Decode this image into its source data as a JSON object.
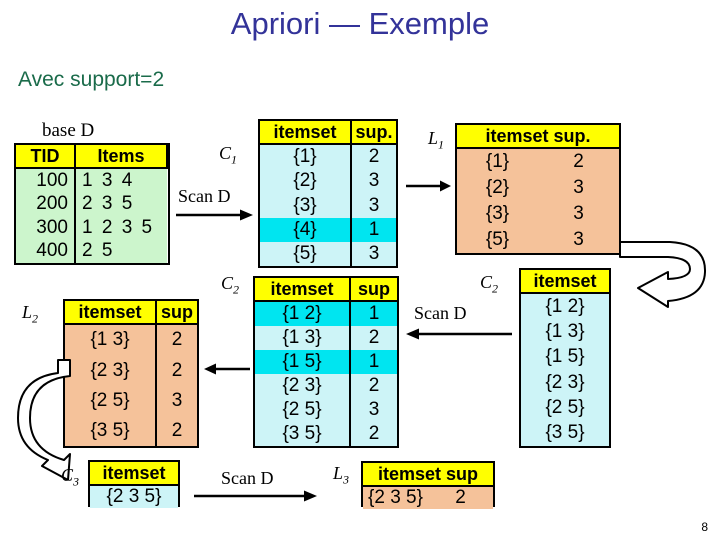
{
  "slide": {
    "title": "Apriori — Exemple",
    "subtitle": "Avec support=2",
    "page_number": "8",
    "title_color": "#333399",
    "subtitle_color": "#1a6b4a",
    "header_color": "#ffff00",
    "green_fill": "#ccf5cc",
    "cyan_fill": "#cdf4f7",
    "cyan_highlight": "#00e5f0",
    "peach_fill": "#f5c29a"
  },
  "base_d": {
    "caption": "base D",
    "headers": [
      "TID",
      "Items"
    ],
    "rows": [
      [
        "100",
        "1 3 4"
      ],
      [
        "200",
        "2 3 5"
      ],
      [
        "300",
        "1 2 3 5"
      ],
      [
        "400",
        "2 5"
      ]
    ]
  },
  "c1": {
    "label": "C",
    "label_sub": "1",
    "headers": [
      "itemset",
      "sup."
    ],
    "rows": [
      {
        "itemset": "{1}",
        "sup": "2",
        "pruned": false
      },
      {
        "itemset": "{2}",
        "sup": "3",
        "pruned": false
      },
      {
        "itemset": "{3}",
        "sup": "3",
        "pruned": false
      },
      {
        "itemset": "{4}",
        "sup": "1",
        "pruned": true
      },
      {
        "itemset": "{5}",
        "sup": "3",
        "pruned": false
      }
    ]
  },
  "l1": {
    "label": "L",
    "label_sub": "1",
    "headers": [
      "itemset",
      "sup."
    ],
    "rows": [
      {
        "itemset": "{1}",
        "sup": "2"
      },
      {
        "itemset": "{2}",
        "sup": "3"
      },
      {
        "itemset": "{3}",
        "sup": "3"
      },
      {
        "itemset": "{5}",
        "sup": "3"
      }
    ]
  },
  "c2_counted": {
    "label": "C",
    "label_sub": "2",
    "headers": [
      "itemset",
      "sup"
    ],
    "rows": [
      {
        "itemset": "{1 2}",
        "sup": "1",
        "pruned": true
      },
      {
        "itemset": "{1 3}",
        "sup": "2",
        "pruned": false
      },
      {
        "itemset": "{1 5}",
        "sup": "1",
        "pruned": true
      },
      {
        "itemset": "{2 3}",
        "sup": "2",
        "pruned": false
      },
      {
        "itemset": "{2 5}",
        "sup": "3",
        "pruned": false
      },
      {
        "itemset": "{3 5}",
        "sup": "2",
        "pruned": false
      }
    ]
  },
  "c2_candidates": {
    "label": "C",
    "label_sub": "2",
    "headers": [
      "itemset"
    ],
    "rows": [
      "{1 2}",
      "{1 3}",
      "{1 5}",
      "{2 3}",
      "{2 5}",
      "{3 5}"
    ]
  },
  "l2": {
    "label": "L",
    "label_sub": "2",
    "headers": [
      "itemset",
      "sup"
    ],
    "rows": [
      {
        "itemset": "{1 3}",
        "sup": "2"
      },
      {
        "itemset": "{2 3}",
        "sup": "2"
      },
      {
        "itemset": "{2 5}",
        "sup": "3"
      },
      {
        "itemset": "{3 5}",
        "sup": "2"
      }
    ]
  },
  "c3": {
    "label": "C",
    "label_sub": "3",
    "headers": [
      "itemset"
    ],
    "rows": [
      "{2 3 5}"
    ]
  },
  "l3": {
    "label": "L",
    "label_sub": "3",
    "headers": [
      "itemset",
      "sup"
    ],
    "rows": [
      {
        "itemset": "{2 3 5}",
        "sup": "2"
      }
    ]
  },
  "arrows": {
    "scan_d_1": "Scan D",
    "scan_d_2": "Scan D",
    "scan_d_3": "Scan D"
  }
}
